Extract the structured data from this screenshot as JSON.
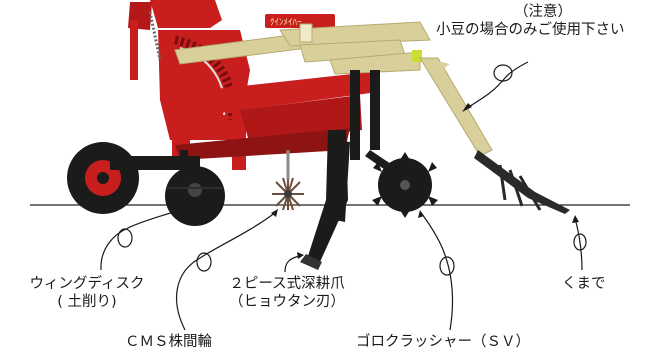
{
  "callouts": {
    "note_title": "（注意）",
    "note_text": "小豆の場合のみご使用下さい",
    "winged_disc_line1": "ウィングディスク",
    "winged_disc_line2": "( 土削り)",
    "two_piece_claw_line1": "２ピース式深耕爪",
    "two_piece_claw_line2": "（ヒョウタン刃）",
    "kumade": "くまで",
    "cms_wheel": "ＣＭＳ株間輪",
    "goro_crusher": "ゴロクラッシャー（ＳＶ）"
  },
  "logo_text": "ｸｲﾝﾒｲﾊｰ",
  "colors": {
    "frame_red": "#c81e1e",
    "dark_red": "#8e1414",
    "beige_metal": "#d8cf9a",
    "black_rubber": "#1b1b1b",
    "ground_line": "#222222"
  }
}
